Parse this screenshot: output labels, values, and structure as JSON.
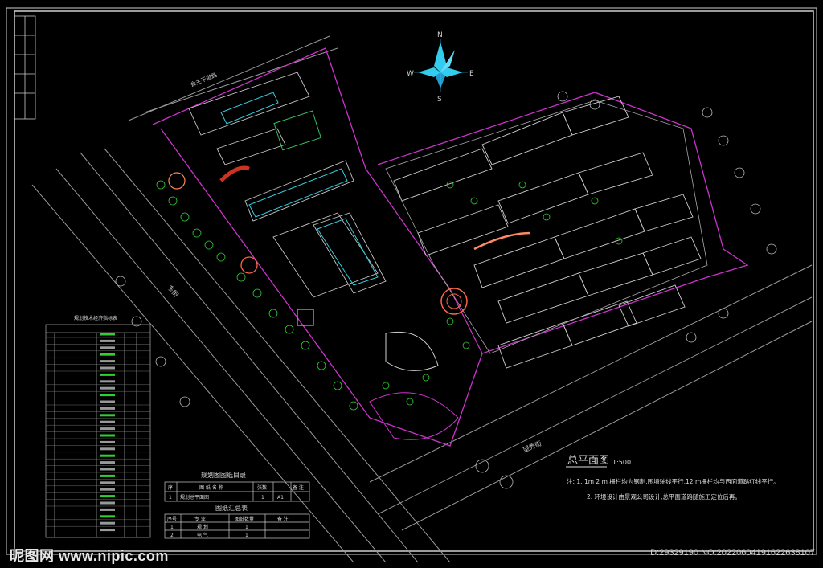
{
  "compass": {
    "n": "N",
    "s": "S",
    "e": "E",
    "w": "W"
  },
  "drawing": {
    "title": "总平面图",
    "scale": "1:500",
    "notes": [
      "注: 1. 1m 2 m 栅栏均为钢制,围墙轴线平行,12 m栅栏均与西面道路红线平行。",
      "2. 环境设计由景观公司设计,总平面道路随施工定位后再。"
    ]
  },
  "labels": {
    "road_north": "会主干道路",
    "road_south": "望秀街",
    "road_west": "东街"
  },
  "tables": {
    "left_title": "规划技术经济指标表",
    "catalog_title": "规划图图纸目录",
    "catalog_headers": [
      "序",
      "图 纸 名 称",
      "张数",
      "备 注"
    ],
    "catalog_row": [
      "1",
      "规划总平面图",
      "1",
      "A1"
    ],
    "summary_title": "图纸汇总表",
    "summary_headers": [
      "序号",
      "专 业",
      "图纸数量",
      "备 注"
    ],
    "summary_rows": [
      [
        "1",
        "规 划",
        "1",
        ""
      ],
      [
        "2",
        "电 气",
        "1",
        ""
      ]
    ]
  },
  "watermark": {
    "left": "昵图网 www.nipic.com",
    "right": "ID:29329190 NO:20220604191622638107"
  }
}
